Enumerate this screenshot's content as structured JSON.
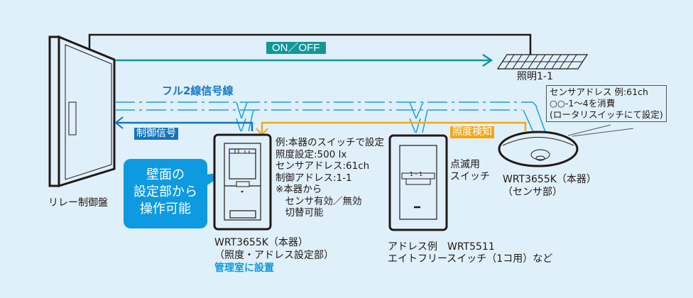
{
  "colors": {
    "background": "#dff0fa",
    "onoff": "#13969a",
    "control_signal": "#1474bd",
    "full2wire": "#1b9ee0",
    "lux_detect": "#f3a716",
    "callout": "#0d9ae0",
    "line_dark": "#231815"
  },
  "relay_panel": {
    "label": "リレー制御盤"
  },
  "signals": {
    "onoff_label": "ON／OFF",
    "full2wire_label": "フル2線信号線",
    "control_label": "制御信号",
    "lux_label": "照度検知"
  },
  "lighting": {
    "label": "照明1-1"
  },
  "callout": {
    "text": "壁面の\n設定部から\n操作可能"
  },
  "main_unit": {
    "settings_text": "例:本器のスイッチで設定\n照度設定:500 lx\nセンサアドレス:61ch\n制御アドレス:1-1\n※本器から\n　センサ有効／無効\n　切替可能",
    "model": "WRT3655K（本器）",
    "part": "（照度・アドレス設定部）",
    "install_location": "管理室に設置"
  },
  "switch": {
    "display": "1 - 1",
    "role": "点滅用\nスイッチ",
    "example": "アドレス例　WRT5511",
    "desc": "エイトフリースイッチ（1コ用）など"
  },
  "sensor": {
    "note": "センサアドレス 例:61ch\n○○-1～4を消費\n(ロータリスイッチにて設定)",
    "model": "WRT3655K（本器）",
    "part": "（センサ部）"
  }
}
